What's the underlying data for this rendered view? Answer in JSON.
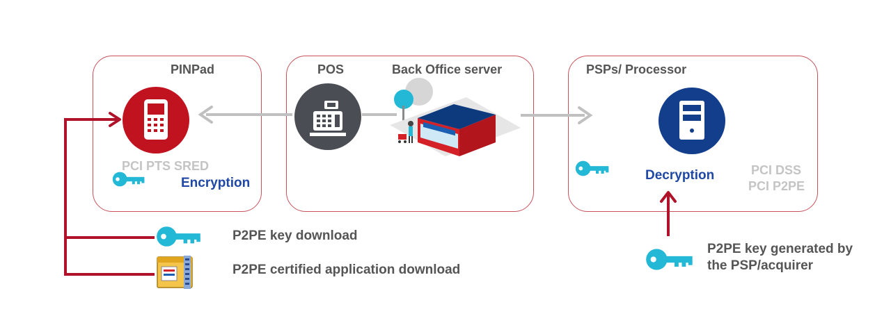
{
  "pinpad": {
    "title": "PINPad",
    "standard": "PCI PTS SRED",
    "function": "Encryption"
  },
  "pos": {
    "title": "POS",
    "back_office": "Back Office server"
  },
  "psp": {
    "title": "PSPs/ Processor",
    "function": "Decryption",
    "standard_1": "PCI DSS",
    "standard_2": "PCI P2PE"
  },
  "legend": {
    "key_download": "P2PE key download",
    "app_download": "P2PE certified application download"
  },
  "key_generation": {
    "line_1": "P2PE key generated by",
    "line_2": "the PSP/acquirer"
  },
  "colors": {
    "box_border": "#c8505a",
    "flow_arrow": "#c0c0c0",
    "download_line": "#b0122a",
    "pinpad_circle": "#c1121f",
    "pos_circle": "#4a4e54",
    "psp_circle": "#133e8c",
    "key": "#22b8d6",
    "label_blue": "#1f47a6"
  },
  "icons": [
    "mobile-terminal-icon",
    "cash-register-icon",
    "retail-store-icon",
    "server-icon",
    "key-icon",
    "archive-file-icon"
  ]
}
